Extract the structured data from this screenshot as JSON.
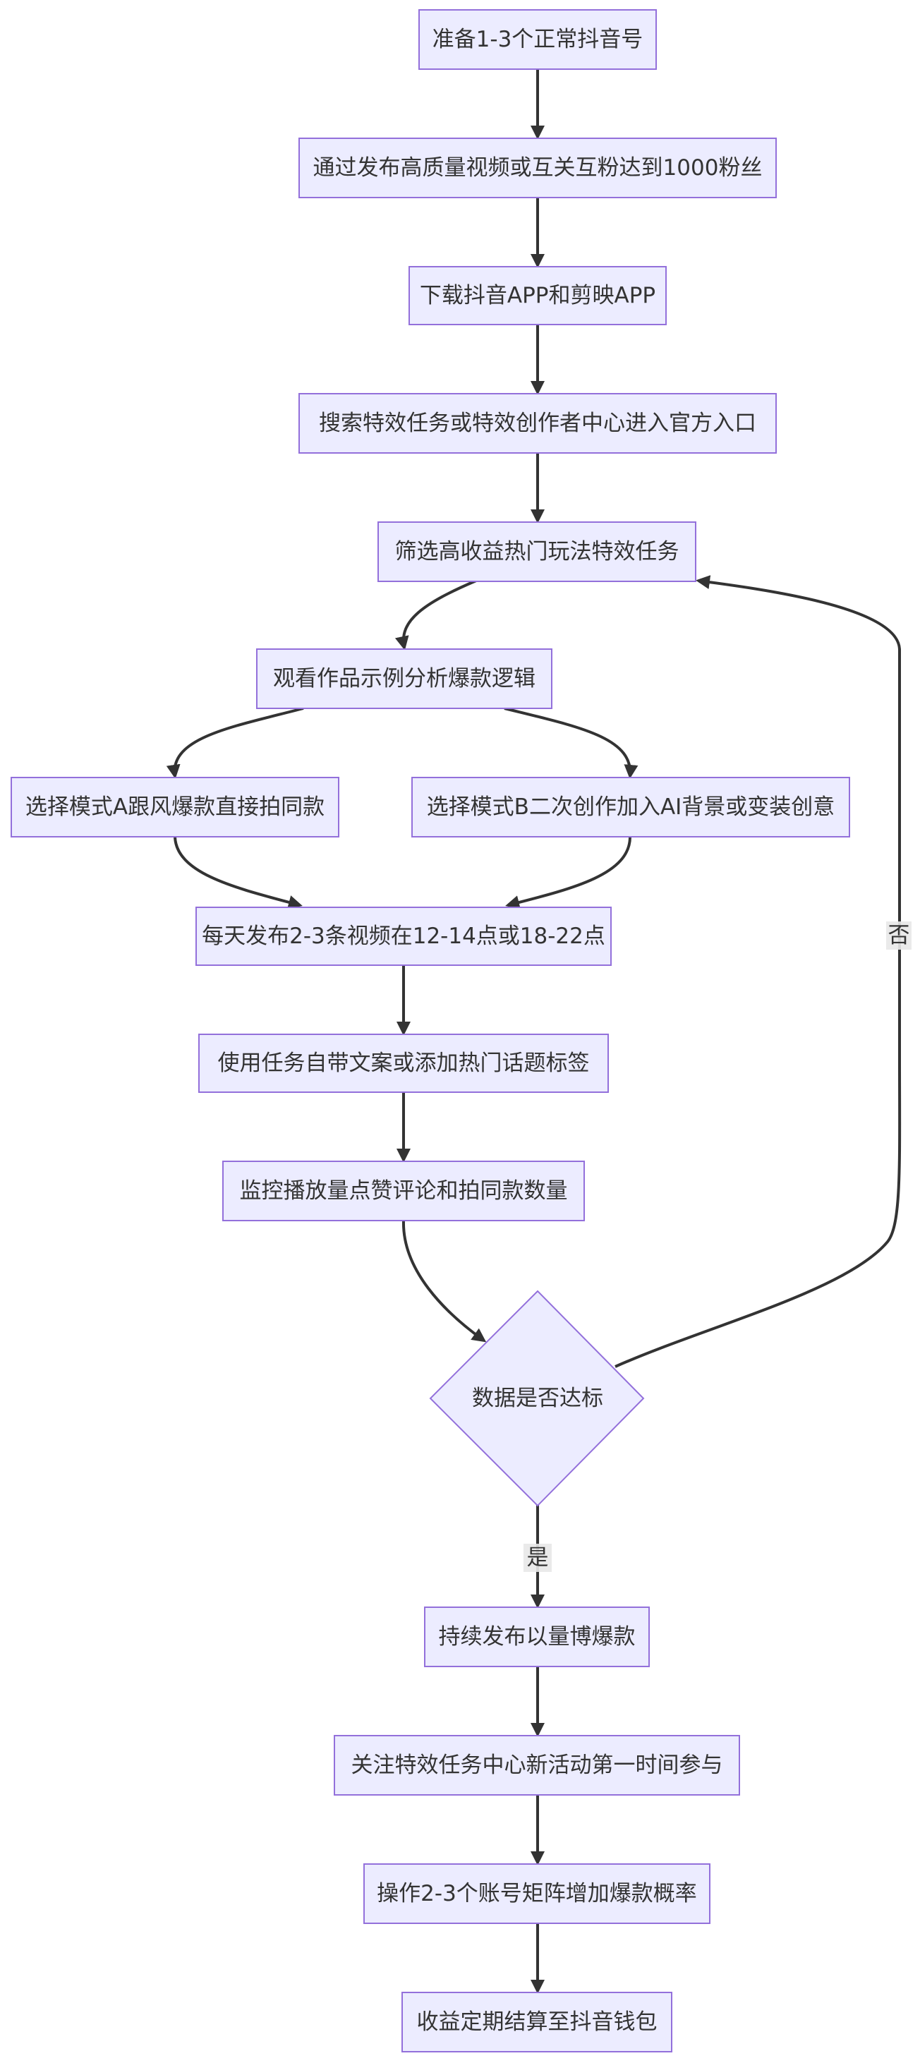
{
  "nodes": {
    "n1": "准备1-3个正常抖音号",
    "n2": "通过发布高质量视频或互关互粉达到1000粉丝",
    "n3": "下载抖音APP和剪映APP",
    "n4": "搜索特效任务或特效创作者中心进入官方入口",
    "n5": "筛选高收益热门玩法特效任务",
    "n6": "观看作品示例分析爆款逻辑",
    "n7": "选择模式A跟风爆款直接拍同款",
    "n8": "选择模式B二次创作加入AI背景或变装创意",
    "n9": "每天发布2-3条视频在12-14点或18-22点",
    "n10": "使用任务自带文案或添加热门话题标签",
    "n11": "监控播放量点赞评论和拍同款数量",
    "decision": "数据是否达标",
    "n12": "持续发布以量博爆款",
    "n13": "关注特效任务中心新活动第一时间参与",
    "n14": "操作2-3个账号矩阵增加爆款概率",
    "n15": "收益定期结算至抖音钱包"
  },
  "edge_labels": {
    "no": "否",
    "yes": "是"
  }
}
